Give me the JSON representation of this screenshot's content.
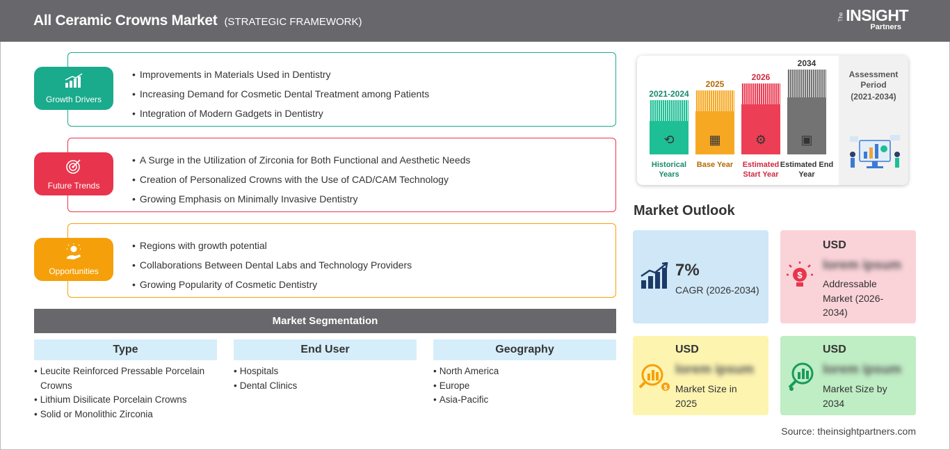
{
  "header": {
    "title": "All Ceramic Crowns Market",
    "subtitle": "(STRATEGIC FRAMEWORK)",
    "logo_the": "The",
    "logo_main": "INSIGHT",
    "logo_sub": "Partners"
  },
  "drivers": {
    "label": "Growth Drivers",
    "color": "#1aaa8c",
    "items": [
      "Improvements in Materials Used in Dentistry",
      "Increasing Demand for Cosmetic Dental Treatment among Patients",
      "Integration of Modern Gadgets in Dentistry"
    ]
  },
  "trends": {
    "label": "Future Trends",
    "color": "#e8354d",
    "items": [
      "A Surge in the Utilization of Zirconia for Both Functional and Aesthetic Needs",
      "Creation of Personalized Crowns with the Use of CAD/CAM Technology",
      "Growing Emphasis on Minimally Invasive Dentistry"
    ]
  },
  "opportunities": {
    "label": "Opportunities",
    "color": "#f5a00a",
    "items": [
      "Regions with growth potential",
      "Collaborations Between Dental Labs and Technology Providers",
      "Growing Popularity of Cosmetic Dentistry"
    ]
  },
  "segmentation": {
    "title": "Market Segmentation",
    "columns": [
      {
        "header": "Type",
        "items": [
          "Leucite Reinforced Pressable Porcelain Crowns",
          "Lithium Disilicate Porcelain Crowns",
          "Solid or Monolithic Zirconia"
        ]
      },
      {
        "header": "End User",
        "items": [
          "Hospitals",
          "Dental Clinics"
        ]
      },
      {
        "header": "Geography",
        "items": [
          "North America",
          "Europe",
          "Asia-Pacific"
        ]
      }
    ]
  },
  "timeline": {
    "bars": [
      {
        "year": "2021-2024",
        "label": "Historical Years",
        "color": "#1ebf95",
        "text_color": "#168a6c",
        "icon": "⟲"
      },
      {
        "year": "2025",
        "label": "Base Year",
        "color": "#f7a823",
        "text_color": "#b36a00",
        "icon": "▦"
      },
      {
        "year": "2026",
        "label": "Estimated Start Year",
        "color": "#ec3f55",
        "text_color": "#d0283f",
        "icon": "⚙"
      },
      {
        "year": "2034",
        "label": "Estimated End Year",
        "color": "#737373",
        "text_color": "#333333",
        "icon": "▣"
      }
    ],
    "assessment_title": "Assessment Period",
    "assessment_period": "(2021-2034)"
  },
  "outlook": {
    "title": "Market Outlook",
    "cagr_value": "7%",
    "cagr_label": "CAGR (2026-2034)",
    "addressable_usd": "USD",
    "addressable_value": "lorem ipsum",
    "addressable_label": "Addressable Market (2026-2034)",
    "size2025_usd": "USD",
    "size2025_value": "lorem ipsum",
    "size2025_label": "Market Size in 2025",
    "size2034_usd": "USD",
    "size2034_value": "lorem ipsum",
    "size2034_label": "Market Size by 2034"
  },
  "source": "Source: theinsightpartners.com"
}
